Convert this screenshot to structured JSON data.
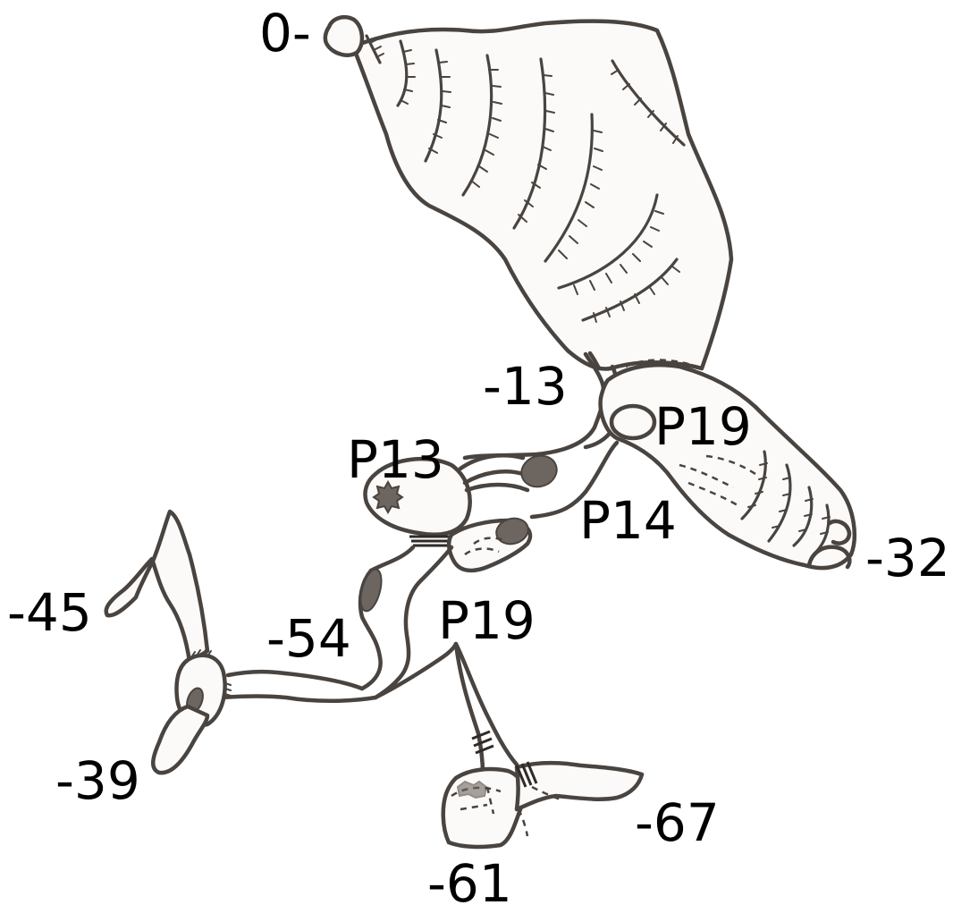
{
  "labels": {
    "d0": "0-",
    "d13": "-13",
    "d32": "-32",
    "d45": "-45",
    "d54": "-54",
    "d39": "-39",
    "d61": "-61",
    "d67": "-67",
    "p13": "P13",
    "p14": "P14",
    "p19_upper": "P19",
    "p19_lower": "P19"
  },
  "colors": {
    "wall_line": "#4a4440",
    "shading": "#6d6660",
    "background": "#ffffff",
    "label_text": "#000000"
  }
}
